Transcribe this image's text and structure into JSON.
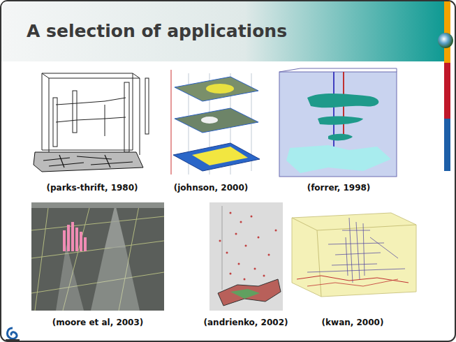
{
  "diagram": {
    "title": "A selection of applications",
    "labels": [
      "(parks-thrift, 1980)",
      "(johnson, 2000)",
      "(forrer, 1998)",
      "(moore et al, 2003)",
      "(andrienko, 2002)",
      "(kwan, 2000)"
    ]
  }
}
